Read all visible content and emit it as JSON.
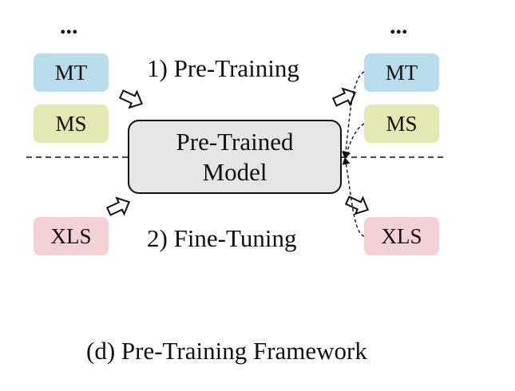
{
  "ellipsis": "...",
  "stage1_label": "1) Pre-Training",
  "stage2_label": "2) Fine-Tuning",
  "model": {
    "line1": "Pre-Trained",
    "line2": "Model"
  },
  "left_tasks": {
    "mt": "MT",
    "ms": "MS",
    "xls": "XLS"
  },
  "right_tasks": {
    "mt": "MT",
    "ms": "MS",
    "xls": "XLS"
  },
  "caption": "(d) Pre-Training Framework",
  "colors": {
    "mt": "#b9dcec",
    "ms": "#e4e8b2",
    "xls": "#f4d1d4",
    "model_fill": "#e6e6e6"
  }
}
